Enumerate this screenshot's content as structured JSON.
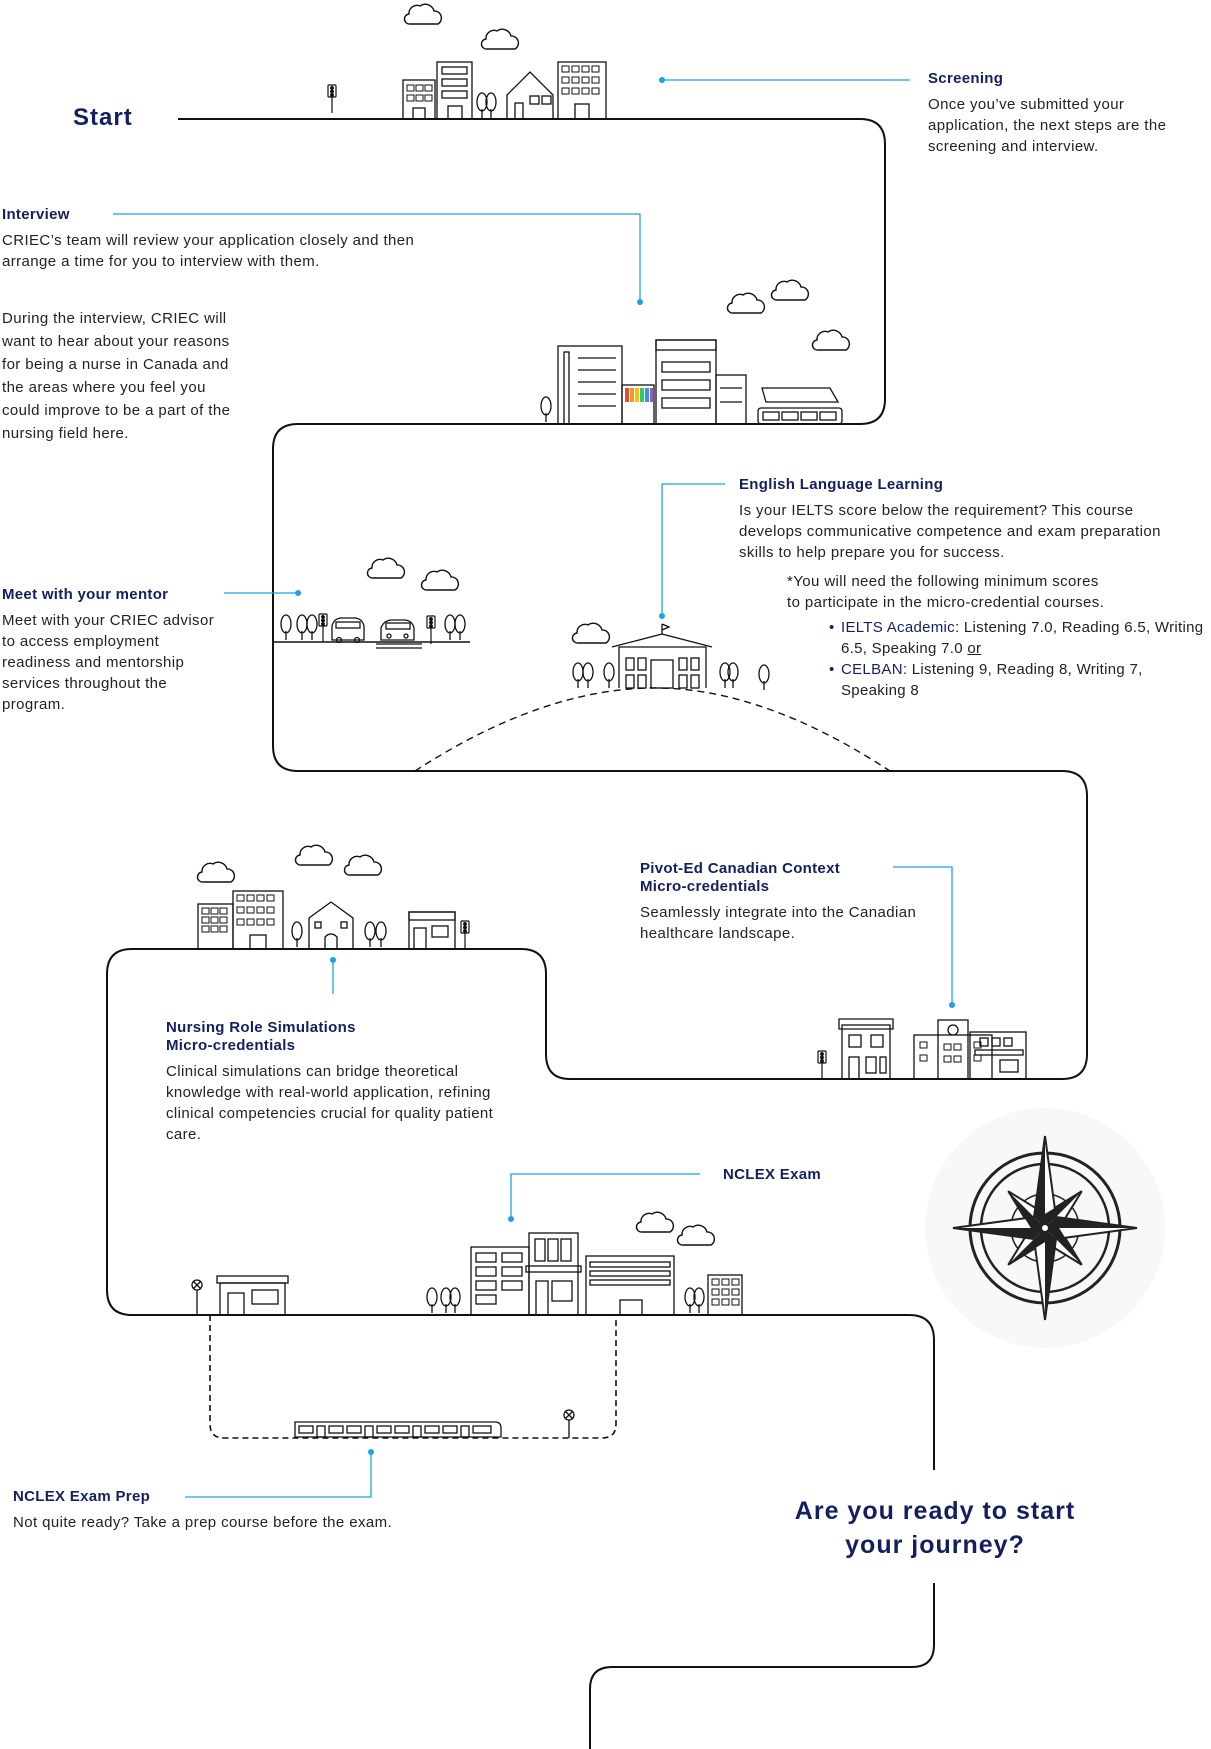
{
  "start_label": "Start",
  "screening": {
    "title": "Screening",
    "body": "Once you’ve submitted your application, the next steps are the screening and interview."
  },
  "interview": {
    "title": "Interview",
    "body1": "CRIEC’s team will review your application closely and then arrange a time for you to interview with them.",
    "body2": "During the interview, CRIEC will want to hear about your reasons for being a nurse in Canada and the areas where you feel you could improve to be a part of the nursing field here."
  },
  "mentor": {
    "title": "Meet with your mentor",
    "body": "Meet with your CRIEC advisor to access employment readiness and mentorship services throughout the program."
  },
  "english": {
    "title": "English Language Learning",
    "body": "Is your IELTS score below the requirement? This course develops communicative competence and exam preparation skills to help prepare you for success.",
    "note": "*You will need the following minimum scores to participate in the micro-credential courses.",
    "req1_label": "IELTS Academic",
    "req1_text": ": Listening 7.0, Reading 6.5, Writing 6.5, Speaking 7.0 ",
    "req1_or": "or",
    "req2_label": "CELBAN",
    "req2_text": ": Listening 9, Reading 8, Writing 7, Speaking 8"
  },
  "pivot": {
    "title": "Pivot-Ed Canadian Context Micro-credentials",
    "body": "Seamlessly integrate into the Canadian healthcare landscape."
  },
  "nursing": {
    "title": "Nursing Role Simulations Micro-credentials",
    "body": "Clinical simulations can bridge theoretical knowledge with real-world application, refining clinical competencies crucial for quality patient care."
  },
  "nclex": {
    "title": "NCLEX Exam"
  },
  "nclex_prep": {
    "title": "NCLEX Exam Prep",
    "body": "Not quite ready? Take a prep course before the exam."
  },
  "cta": {
    "line1": "Are you ready to start",
    "line2": "your journey?"
  },
  "colors": {
    "path": "#111111",
    "accent": "#1aa3e8",
    "heading": "#14205e",
    "text": "#222222"
  }
}
